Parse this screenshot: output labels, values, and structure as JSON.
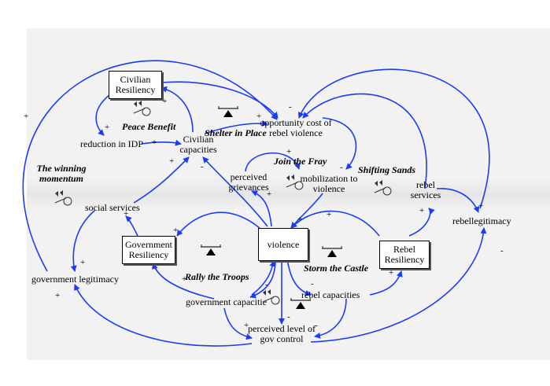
{
  "stocks": {
    "civilian_resiliency": "Civilian\nResiliency",
    "government_resiliency": "Government\nResiliency",
    "violence": "violence",
    "rebel_resiliency": "Rebel\nResiliency"
  },
  "variables": {
    "opportunity_cost": "opportunity cost of\nrebel violence",
    "reduction_idp": "reduction in IDP",
    "civilian_capacities": "Civilian\ncapacities",
    "perceived_grievances": "perceived\ngrievances",
    "mobilization": "mobilization to\nviolence",
    "rebel_services": "rebel\nservices",
    "rebellegitimacy": "rebellegitimacy",
    "social_services": "social services",
    "government_legitimacy": "government legitimacy",
    "government_capacities": "government capacitie",
    "rebel_capacities": "rebel capacities",
    "perceived_control": "perceived level of\ngov control"
  },
  "loops": {
    "peace_benefit": "Peace Benefit",
    "shelter_in_place": "Shelter in Place",
    "join_the_fray": "Join the Fray",
    "shifting_sands": "Shifting Sands",
    "winning_momentum": "The winning\nmomentum",
    "rally_the_troops": "Rally the Troops",
    "storm_the_castle": "Storm the Castle"
  },
  "polarity": {
    "plus": "+",
    "minus": "-"
  },
  "colors": {
    "arrow": "#1a3cf5",
    "background": "#f2f2f2"
  },
  "icons": {
    "reinforcing": "snowball-icon",
    "balancing": "balance-scale-icon"
  }
}
